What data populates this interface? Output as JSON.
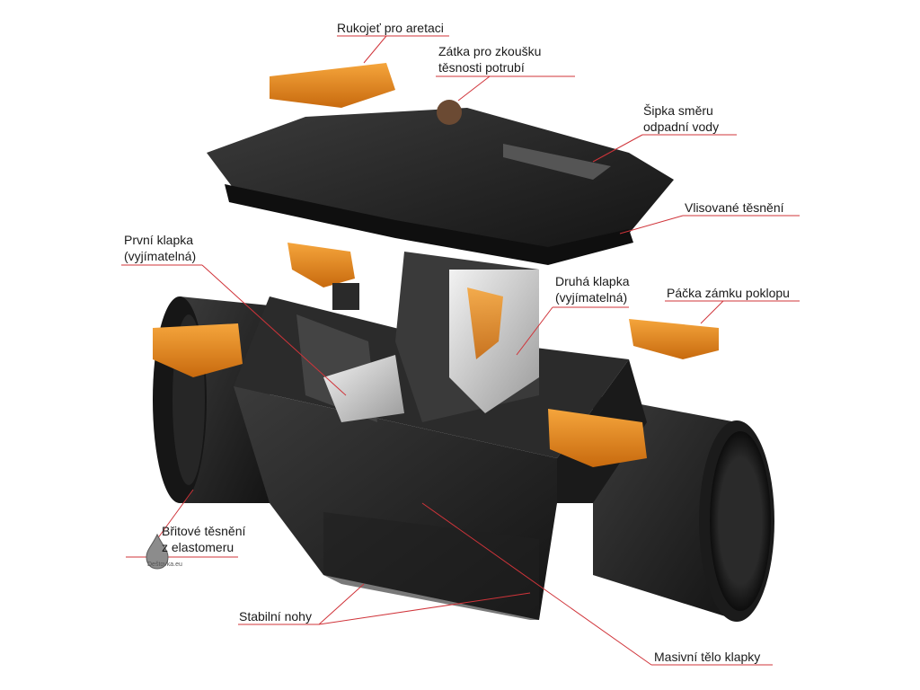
{
  "colors": {
    "body": "#1f1f1f",
    "body_light": "#3a3a3a",
    "orange": "#e8891c",
    "orange_dark": "#b9620c",
    "steel": "#c9c9c9",
    "leader": "#d0343a"
  },
  "labels": {
    "handle_lock": [
      "Rukojeť pro aretaci"
    ],
    "test_plug": [
      "Zátka pro zkoušku",
      "těsnosti potrubí"
    ],
    "flow_arrow": [
      "Šipka směru",
      "odpadní vody"
    ],
    "molded_seal": [
      "Vlisované těsnění"
    ],
    "first_flap": [
      "První klapka",
      "(vyjímatelná)"
    ],
    "second_flap": [
      "Druhá klapka",
      "(vyjímatelná)"
    ],
    "cover_lever": [
      "Páčka zámku poklopu"
    ],
    "lip_seal": [
      "Břitové těsnění",
      "z elastomeru"
    ],
    "stable_legs": [
      "Stabilní nohy"
    ],
    "body": [
      "Masivní tělo klapky"
    ]
  },
  "watermark": "Deštovka.eu",
  "icons": [
    "drop-icon"
  ]
}
